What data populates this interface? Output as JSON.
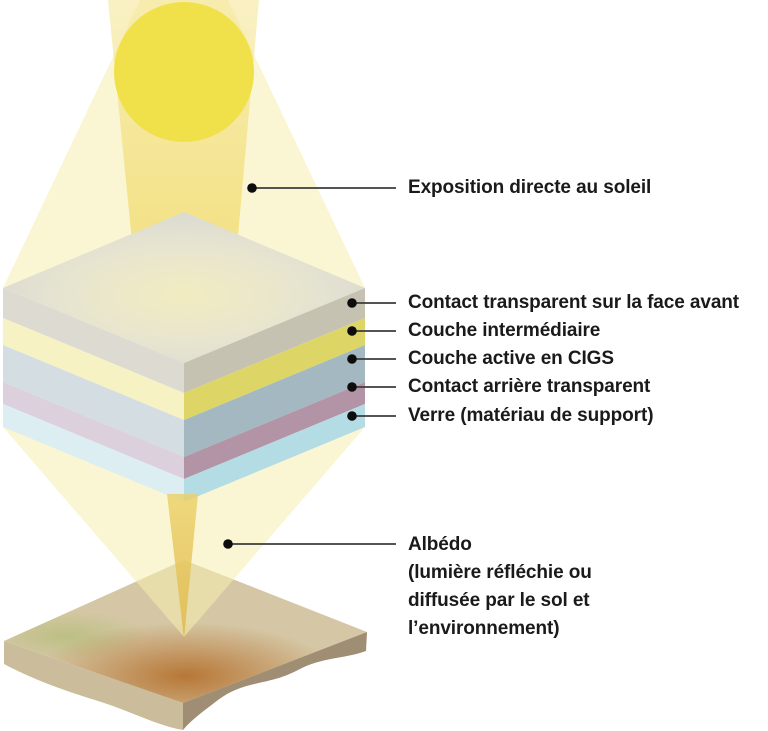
{
  "palette": {
    "background": "#ffffff",
    "text": "#1a1a1a",
    "callout_line": "#3c3c3c",
    "callout_dot": "#0d0d0d"
  },
  "sun": {
    "color": "#f0e04a"
  },
  "light": {
    "outer_cone_color": "#f6efae",
    "inner_beam_top_color": "#f4e288",
    "inner_beam_bottom_color": "#efd75e",
    "albedo_beam_top_color": "#ecd066",
    "albedo_beam_tip_color": "#e0b84e"
  },
  "panel": {
    "top_glow_center_color": "#f1ecc0",
    "top_mid_color": "#e8e5cf",
    "top_edge_color": "#d7d7d3",
    "layers": [
      {
        "label": "Contact transparent sur la face avant",
        "face_left_color": "#dcdad1",
        "face_right_color": "#c6c2b1"
      },
      {
        "label": "Couche intermédiaire",
        "face_left_color": "#f6f2c3",
        "face_right_color": "#ddd666"
      },
      {
        "label": "Couche active en CIGS",
        "face_left_color": "#d4dde1",
        "face_right_color": "#a3b8c0"
      },
      {
        "label": "Contact arrière transparent",
        "face_left_color": "#dbd0dc",
        "face_right_color": "#b294a6"
      },
      {
        "label": "Verre (matériau de support)",
        "face_left_color": "#ddeef3",
        "face_right_color": "#b4dce5"
      }
    ]
  },
  "ground": {
    "top_color": "#d5c7a5",
    "left_face_color": "#cbbc9b",
    "right_face_color": "#9f8d74",
    "hotspot_color": "#b46e2a",
    "green_tint_color": "#a8b969"
  },
  "labels": {
    "exposition": "Exposition directe au soleil",
    "albedo_lines": [
      "Albédo",
      "(lumière réfléchie ou",
      "diffusée par le sol et",
      "l’environnement)"
    ]
  }
}
